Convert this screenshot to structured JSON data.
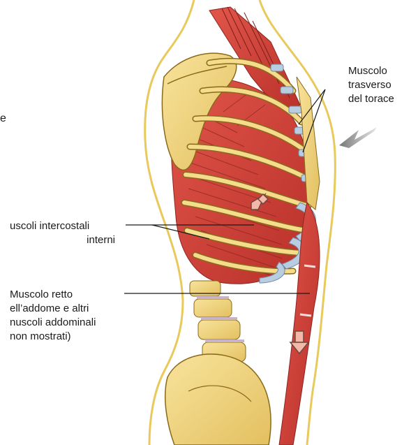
{
  "labels": {
    "trasverso": [
      "Muscolo",
      "trasverso",
      "del torace"
    ],
    "intercostali": [
      "uscoli intercostali",
      "interni"
    ],
    "retto": [
      "Muscolo retto",
      "ell’addome e altri",
      "nuscoli addominali",
      "non mostrati)"
    ],
    "cut_edge": "e"
  },
  "colors": {
    "bone": "#f2d682",
    "bone_outline": "#8a6a1a",
    "muscle": "#d9453c",
    "muscle_dark": "#b12a25",
    "cartilage": "#b9cde0",
    "skin_outline": "#e8c95a",
    "arrow_fill": "#f4b8a8",
    "arrow_stroke": "#6a4a40",
    "leader_line": "#1a1a1a",
    "grey_arrow": "#a9a9a9"
  },
  "icons": [
    "grey-arrow-icon",
    "downward-arrow-icon",
    "diagonal-arrow-icon"
  ]
}
